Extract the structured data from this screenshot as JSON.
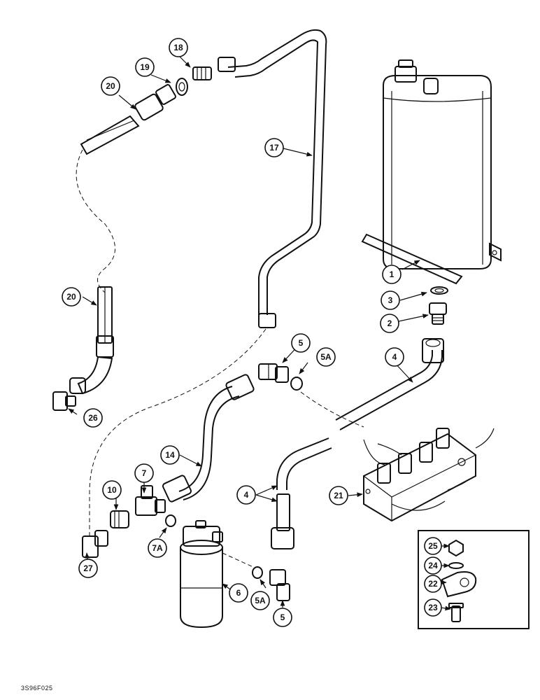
{
  "figure_id": "3S96F025",
  "callouts": {
    "c1": "1",
    "c2": "2",
    "c3": "3",
    "c4a": "4",
    "c4b": "4",
    "c5a": "5",
    "c5b": "5",
    "c5Aa": "5A",
    "c5Ab": "5A",
    "c6": "6",
    "c7": "7",
    "c7A": "7A",
    "c10": "10",
    "c14": "14",
    "c17": "17",
    "c18": "18",
    "c19": "19",
    "c20a": "20",
    "c20b": "20",
    "c21": "21",
    "c22": "22",
    "c23": "23",
    "c24": "24",
    "c25": "25",
    "c26": "26",
    "c27": "27"
  }
}
